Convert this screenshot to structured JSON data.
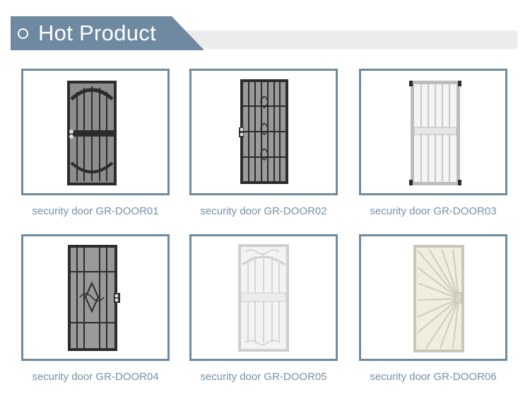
{
  "section": {
    "title": "Hot Product",
    "icon": "circle-bullet-icon",
    "accent_color": "#6f8aa0"
  },
  "products": [
    {
      "caption": "security door GR-DOOR01",
      "image": "black-arched-security-door"
    },
    {
      "caption": "security door GR-DOOR02",
      "image": "black-scroll-security-door"
    },
    {
      "caption": "security door GR-DOOR03",
      "image": "white-bar-security-door"
    },
    {
      "caption": "security door GR-DOOR04",
      "image": "black-diamond-scroll-security-door"
    },
    {
      "caption": "security door GR-DOOR05",
      "image": "white-ornate-security-door"
    },
    {
      "caption": "security door GR-DOOR06",
      "image": "almond-sunburst-security-door"
    }
  ]
}
